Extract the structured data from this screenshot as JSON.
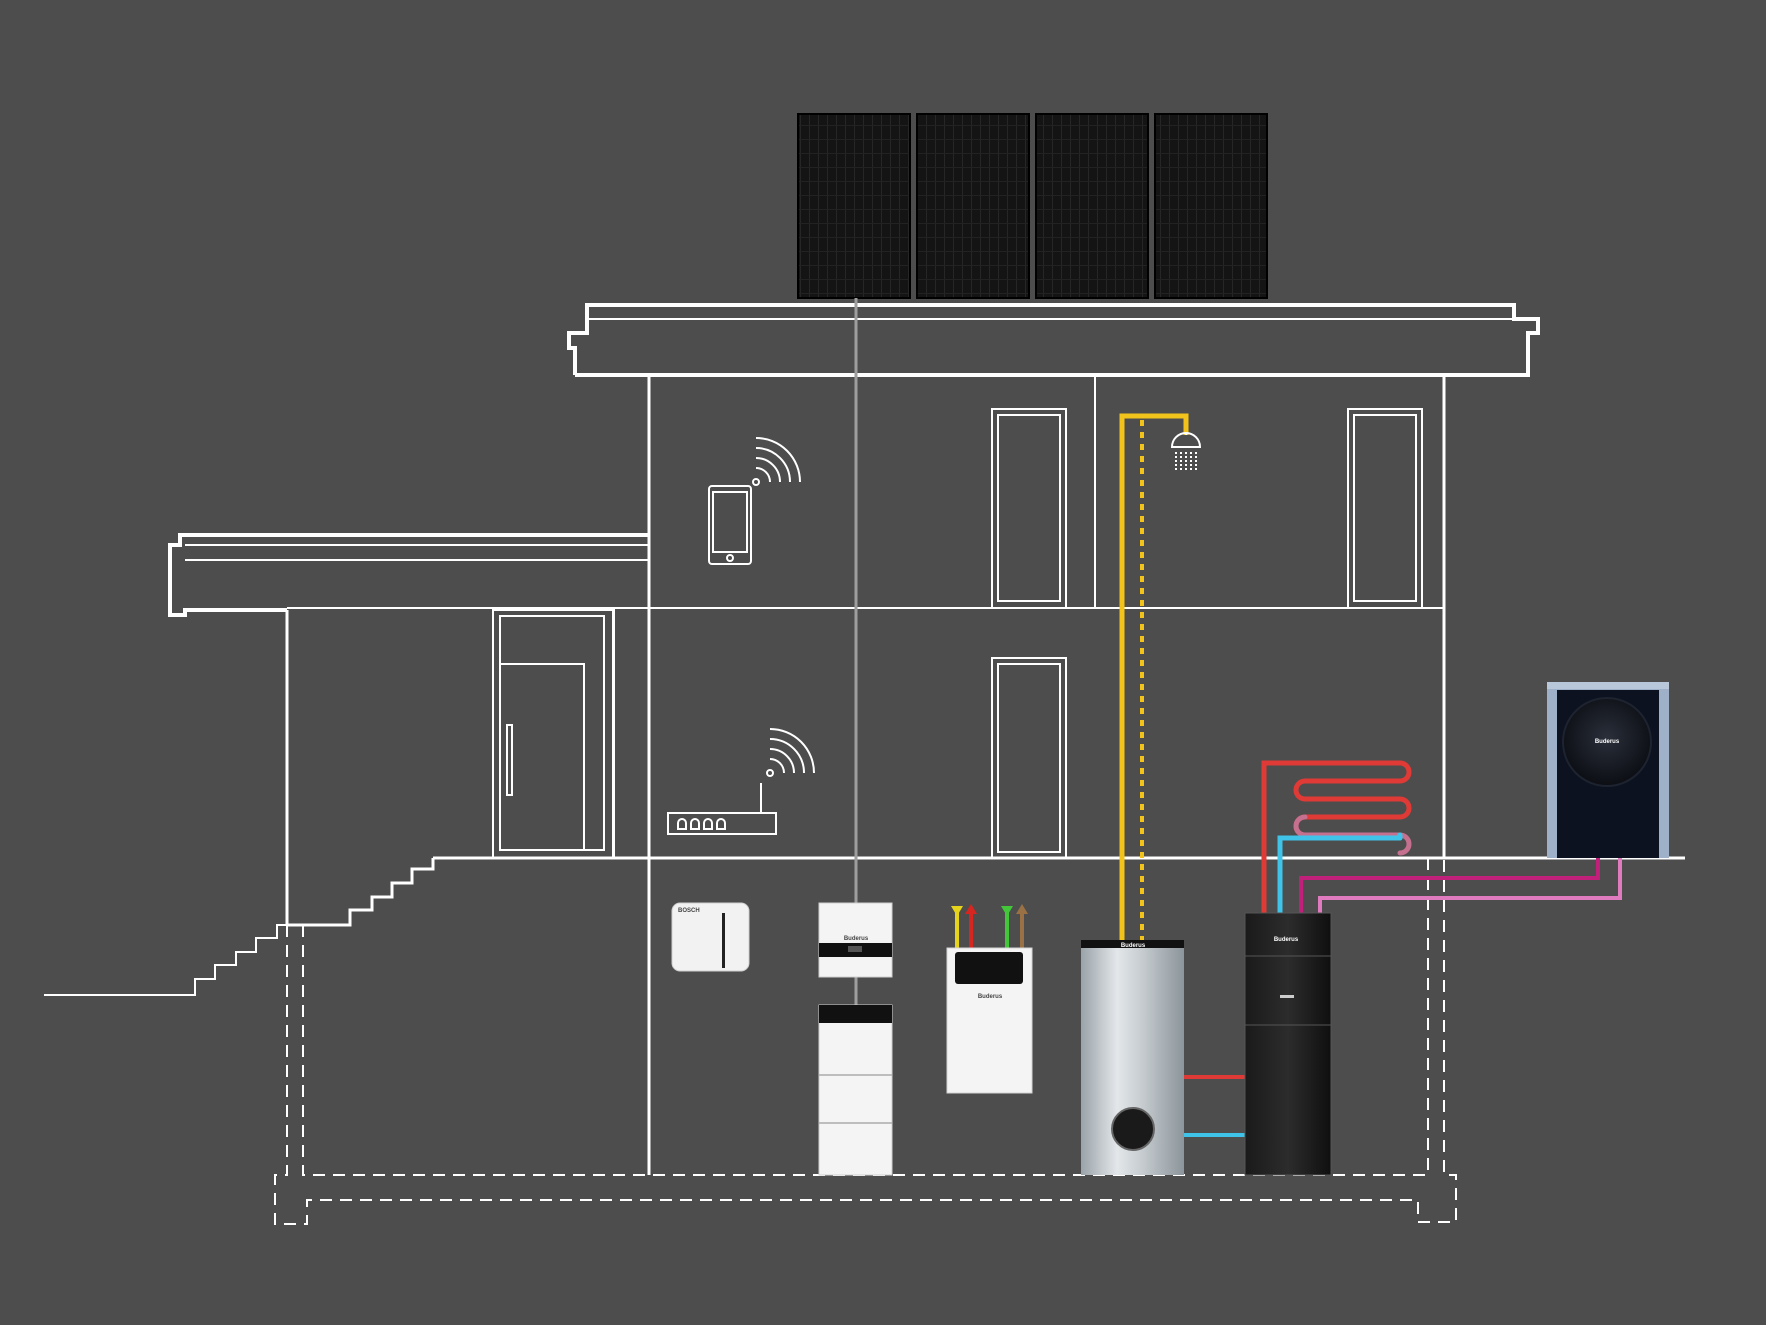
{
  "scene": "house cross-section energy system",
  "devices": {
    "solar_panels": {
      "count": 4
    },
    "inverter": {
      "brand": "Buderus"
    },
    "battery": {
      "modules": 3
    },
    "hot_water_tank": {
      "brand": "Buderus"
    },
    "indoor_unit": {
      "brand": "Buderus"
    },
    "ventilation_unit": {
      "brand": "Buderus"
    },
    "outdoor_heat_pump": {
      "brand": "Buderus"
    },
    "wall_box": {
      "brand": "BOSCH"
    }
  },
  "colors": {
    "background": "#4d4d4d",
    "outline": "#ffffff",
    "hot_water_pipe": "#f2c31b",
    "flow_pipe_red": "#e03a36",
    "return_pipe_blue": "#3fc3e8",
    "heat_pump_pipe_magenta": "#c0207a",
    "heat_pump_pipe_pink": "#e07bbf",
    "vent_yellow": "#e6d31b",
    "vent_red": "#d7261f",
    "vent_green": "#43c63a",
    "vent_brown": "#9a7145"
  },
  "icons": [
    "smartphone-icon",
    "wifi-icon",
    "router-icon",
    "shower-icon"
  ]
}
